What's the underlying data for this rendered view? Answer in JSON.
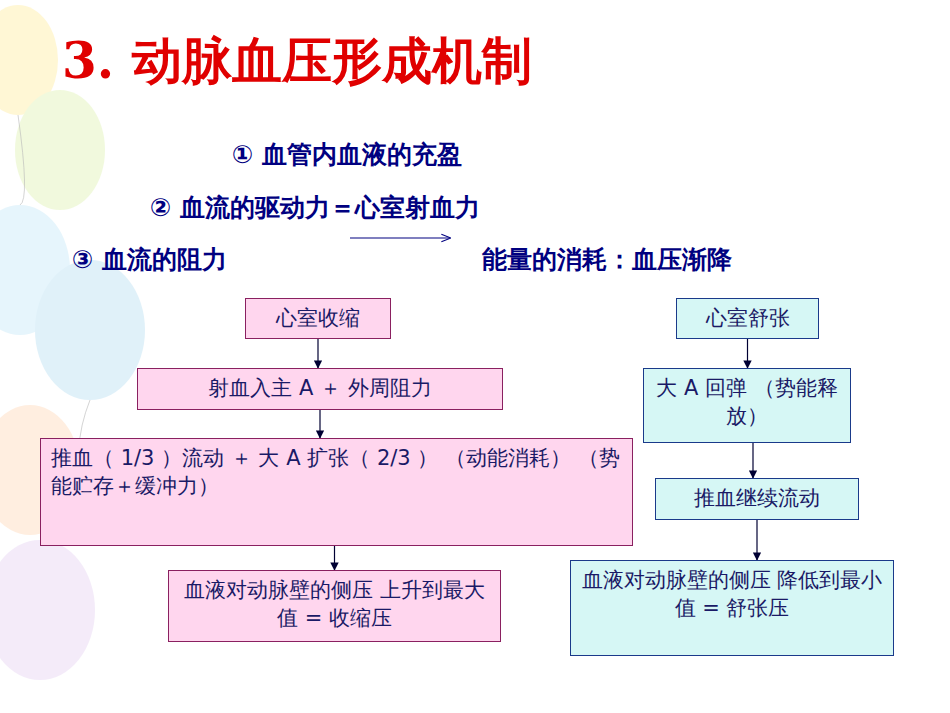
{
  "diagram": {
    "title": "3. 动脉血压形成机制",
    "nodes": [
      {
        "text": [
          "心室收缩"
        ]
      },
      {
        "text": [
          "射血入主 A ＋ 外周阻力"
        ]
      },
      {
        "text": [
          "推血（ 1/3 ）流动 ＋ 大 A 扩张（ 2/3 ） （动能消耗） （势能贮存＋缓冲力）"
        ]
      },
      {
        "text": [
          "血液对动脉壁的侧压 上升到最大值 = 收缩压"
        ]
      },
      {
        "text": [
          "心室舒张"
        ]
      },
      {
        "text": [
          "大 A 回弹 （势能释放）"
        ]
      },
      {
        "text": [
          "推血继续流动"
        ]
      },
      {
        "text": [
          "血液对动脉壁的侧压 降低到最小值 = 舒张压"
        ]
      }
    ],
    "edges": [
      {
        "from": 0,
        "to": 1,
        "arrow": "to"
      },
      {
        "from": 1,
        "to": 2,
        "arrow": "to"
      },
      {
        "from": 2,
        "to": 3,
        "arrow": "to"
      },
      {
        "from": 4,
        "to": 5,
        "arrow": "to"
      },
      {
        "from": 5,
        "to": 6,
        "arrow": "to"
      },
      {
        "from": 6,
        "to": 7,
        "arrow": "to"
      }
    ],
    "labels": [
      "① 血管内血液的充盈",
      "② 血流的驱动力＝心室射血力",
      "③ 血流的阻力",
      "能量的消耗：血压渐降"
    ]
  }
}
